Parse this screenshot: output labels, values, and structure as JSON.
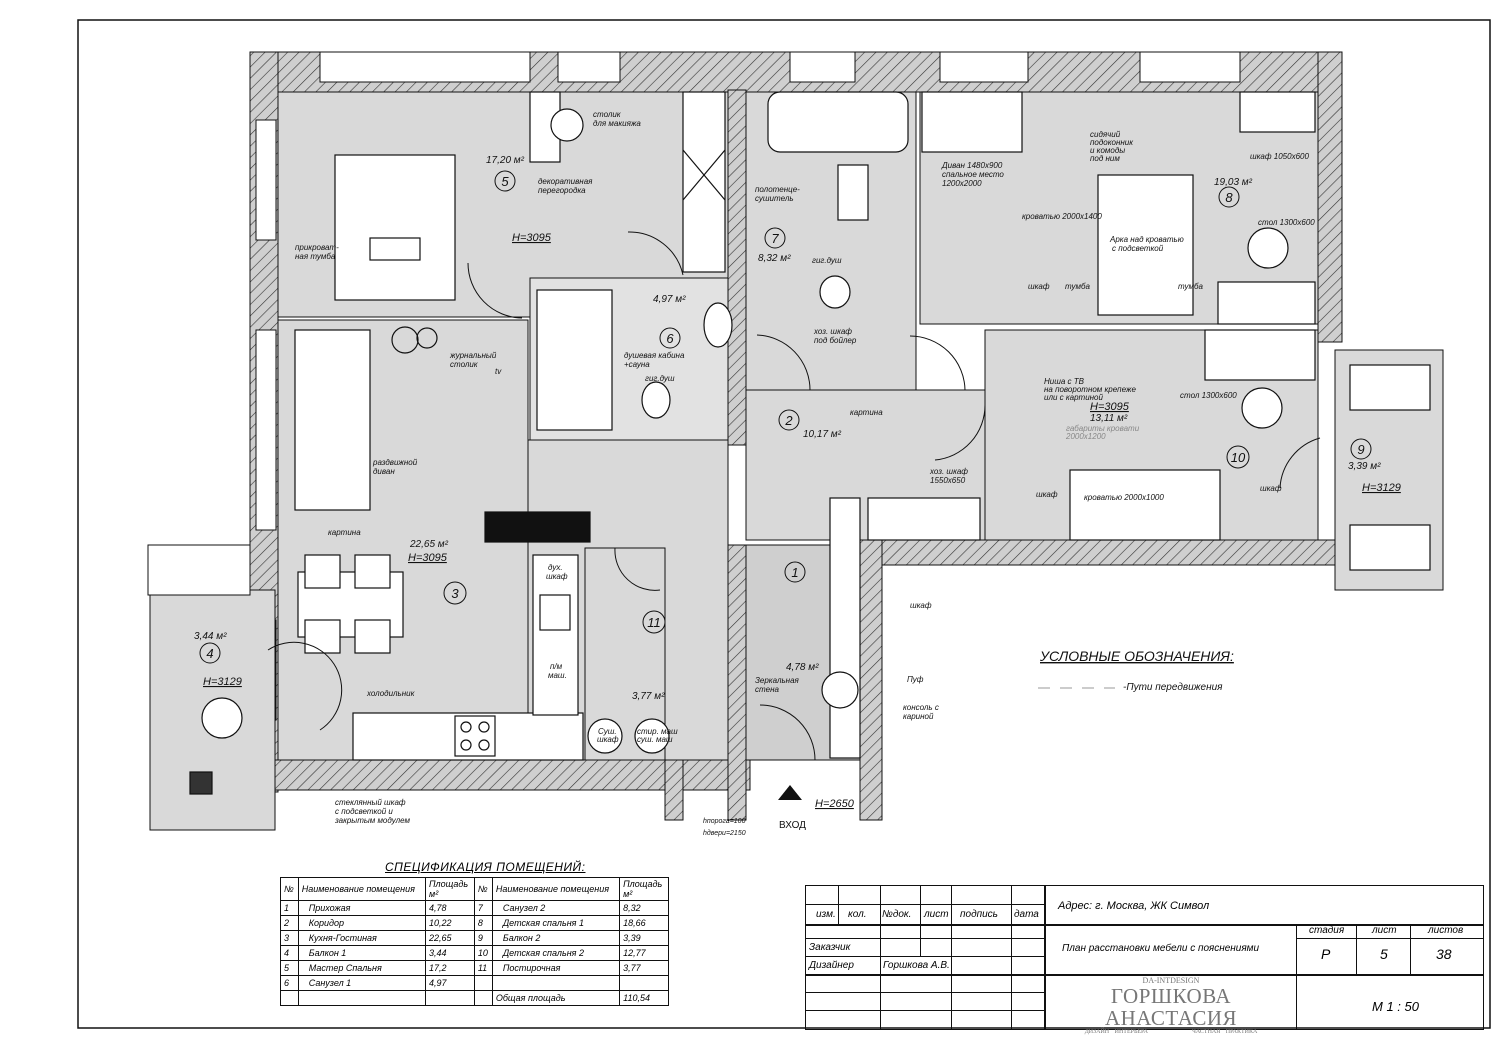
{
  "plan": {
    "rooms": {
      "r1": {
        "num": "1",
        "area": "4,78 м²"
      },
      "r2": {
        "num": "2",
        "area": "10,17 м²"
      },
      "r3": {
        "num": "3",
        "area": "22,65 м²",
        "height": "H=3095"
      },
      "r4": {
        "num": "4",
        "area": "3,44 м²",
        "height": "H=3129"
      },
      "r5": {
        "num": "5",
        "area": "17,20 м²",
        "height": "H=3095"
      },
      "r6": {
        "num": "6",
        "area": "4,97 м²"
      },
      "r7": {
        "num": "7",
        "area": "8,32 м²"
      },
      "r8": {
        "num": "8",
        "area": "19,03 м²"
      },
      "r9": {
        "num": "9",
        "area": "3,39 м²",
        "height": "H=3129"
      },
      "r10": {
        "num": "10",
        "area": "13,11 м²",
        "height": "H=3095"
      },
      "r11": {
        "num": "11",
        "area": "3,77 м²"
      }
    },
    "labels": {
      "makeup1": "столик",
      "makeup2": "для макияжа",
      "deco1": "декоративная",
      "deco2": "перегородка",
      "bedside1": "прикроват-",
      "bedside2": "ная тумба",
      "coffee1": "журнальный",
      "coffee2": "столик",
      "tv": "tv",
      "shower1": "душевая кабина",
      "shower2": "+сауна",
      "hyg1": "гиг.душ",
      "hyg2": "гиг.душ",
      "towel1": "полотенце-",
      "towel2": "сушитель",
      "boiler1": "хоз. шкаф",
      "boiler2": "под бойлер",
      "sofa8_1": "Диван 1480х900",
      "sofa8_2": "спальное место",
      "sofa8_3": "1200х2000",
      "sill1": "сидячий",
      "sill2": "подоконник",
      "sill3": "и комоды",
      "sill4": "под ним",
      "wardrobe8": "шкаф 1050х600",
      "bed8": "кроватью 2000х1400",
      "desk8": "стол 1300х600",
      "arch1": "Арка над кроватью",
      "arch2": "с подсветкой",
      "cab8": "шкаф",
      "nst1": "тумба",
      "nst2": "тумба",
      "niche1": "Ниша с ТВ",
      "niche2": "на поворотном крепеже",
      "niche3": "или с картиной",
      "desk10": "стол 1300х600",
      "pic2": "картина",
      "bedsize1": "габариты кровати",
      "bedsize2": "2000х1200",
      "store1": "хоз. шкаф",
      "store2": "1550х650",
      "cab10a": "шкаф",
      "cab10b": "шкаф",
      "bed10": "кроватью 2000х1000",
      "sofa3_1": "раздвижной",
      "sofa3_2": "диван",
      "pic3": "картина",
      "oven1": "дух.",
      "oven2": "шкаф",
      "cab1": "шкаф",
      "dw1": "п/м",
      "dw2": "маш.",
      "pouf": "Пуф",
      "fridge": "холодильник",
      "mirror1": "Зеркальная",
      "mirror2": "стена",
      "console1": "консоль с",
      "console2": "кариной",
      "dryer1": "Суш.",
      "dryer2": "шкаф",
      "wm1": "стир. маш",
      "wm2": "суш. маш",
      "glass1": "стеклянный шкаф",
      "glass2": "с подсветкой и",
      "glass3": "закрытым модулем",
      "thr": "hпорога=100",
      "door": "hдвери=2150",
      "entry": "ВХОД",
      "entry_h": "H=2650"
    },
    "legend": {
      "title": "УСЛОВНЫЕ ОБОЗНАЧЕНИЯ:",
      "item": "-Пути передвижения"
    }
  },
  "spec": {
    "title": "СПЕЦИФИКАЦИЯ ПОМЕЩЕНИЙ:",
    "headers": {
      "no": "№",
      "name": "Наименование помещения",
      "area1": "Площадь",
      "area2": "м²"
    },
    "rows": [
      {
        "n1": "1",
        "name1": "Прихожая",
        "a1": "4,78",
        "n2": "7",
        "name2": "Санузел 2",
        "a2": "8,32"
      },
      {
        "n1": "2",
        "name1": "Коридор",
        "a1": "10,22",
        "n2": "8",
        "name2": "Детская спальня 1",
        "a2": "18,66"
      },
      {
        "n1": "3",
        "name1": "Кухня-Гостиная",
        "a1": "22,65",
        "n2": "9",
        "name2": "Балкон 2",
        "a2": "3,39"
      },
      {
        "n1": "4",
        "name1": "Балкон 1",
        "a1": "3,44",
        "n2": "10",
        "name2": "Детская спальня 2",
        "a2": "12,77"
      },
      {
        "n1": "5",
        "name1": "Мастер Спальня",
        "a1": "17,2",
        "n2": "11",
        "name2": "Постирочная",
        "a2": "3,77"
      },
      {
        "n1": "6",
        "name1": "Санузел 1",
        "a1": "4,97",
        "n2": "",
        "name2": "",
        "a2": ""
      }
    ],
    "total_label": "Общая площадь",
    "total": "110,54"
  },
  "title_block": {
    "cols": [
      "изм.",
      "кол.",
      "№док.",
      "лист",
      "подпись",
      "дата"
    ],
    "address": "Адрес: г. Москва, ЖК Символ",
    "customer": "Заказчик",
    "designer_label": "Дизайнер",
    "designer": "Горшкова А.В.",
    "sheet_title": "План расстановки мебели с пояснениями",
    "stage_label": "стадия",
    "sheet_label": "лист",
    "sheets_label": "листов",
    "stage": "Р",
    "sheet": "5",
    "sheets": "38",
    "logo_top": "DA-INTDESIGN",
    "logo_main": "ГОРШКОВА АНАСТАСИЯ",
    "logo_sub1": "ДИЗАЙН ИНТЕРЬЕРА",
    "logo_sub2": "ЧАСТНАЯ ПРАКТИКА",
    "scale": "М 1 : 50"
  }
}
